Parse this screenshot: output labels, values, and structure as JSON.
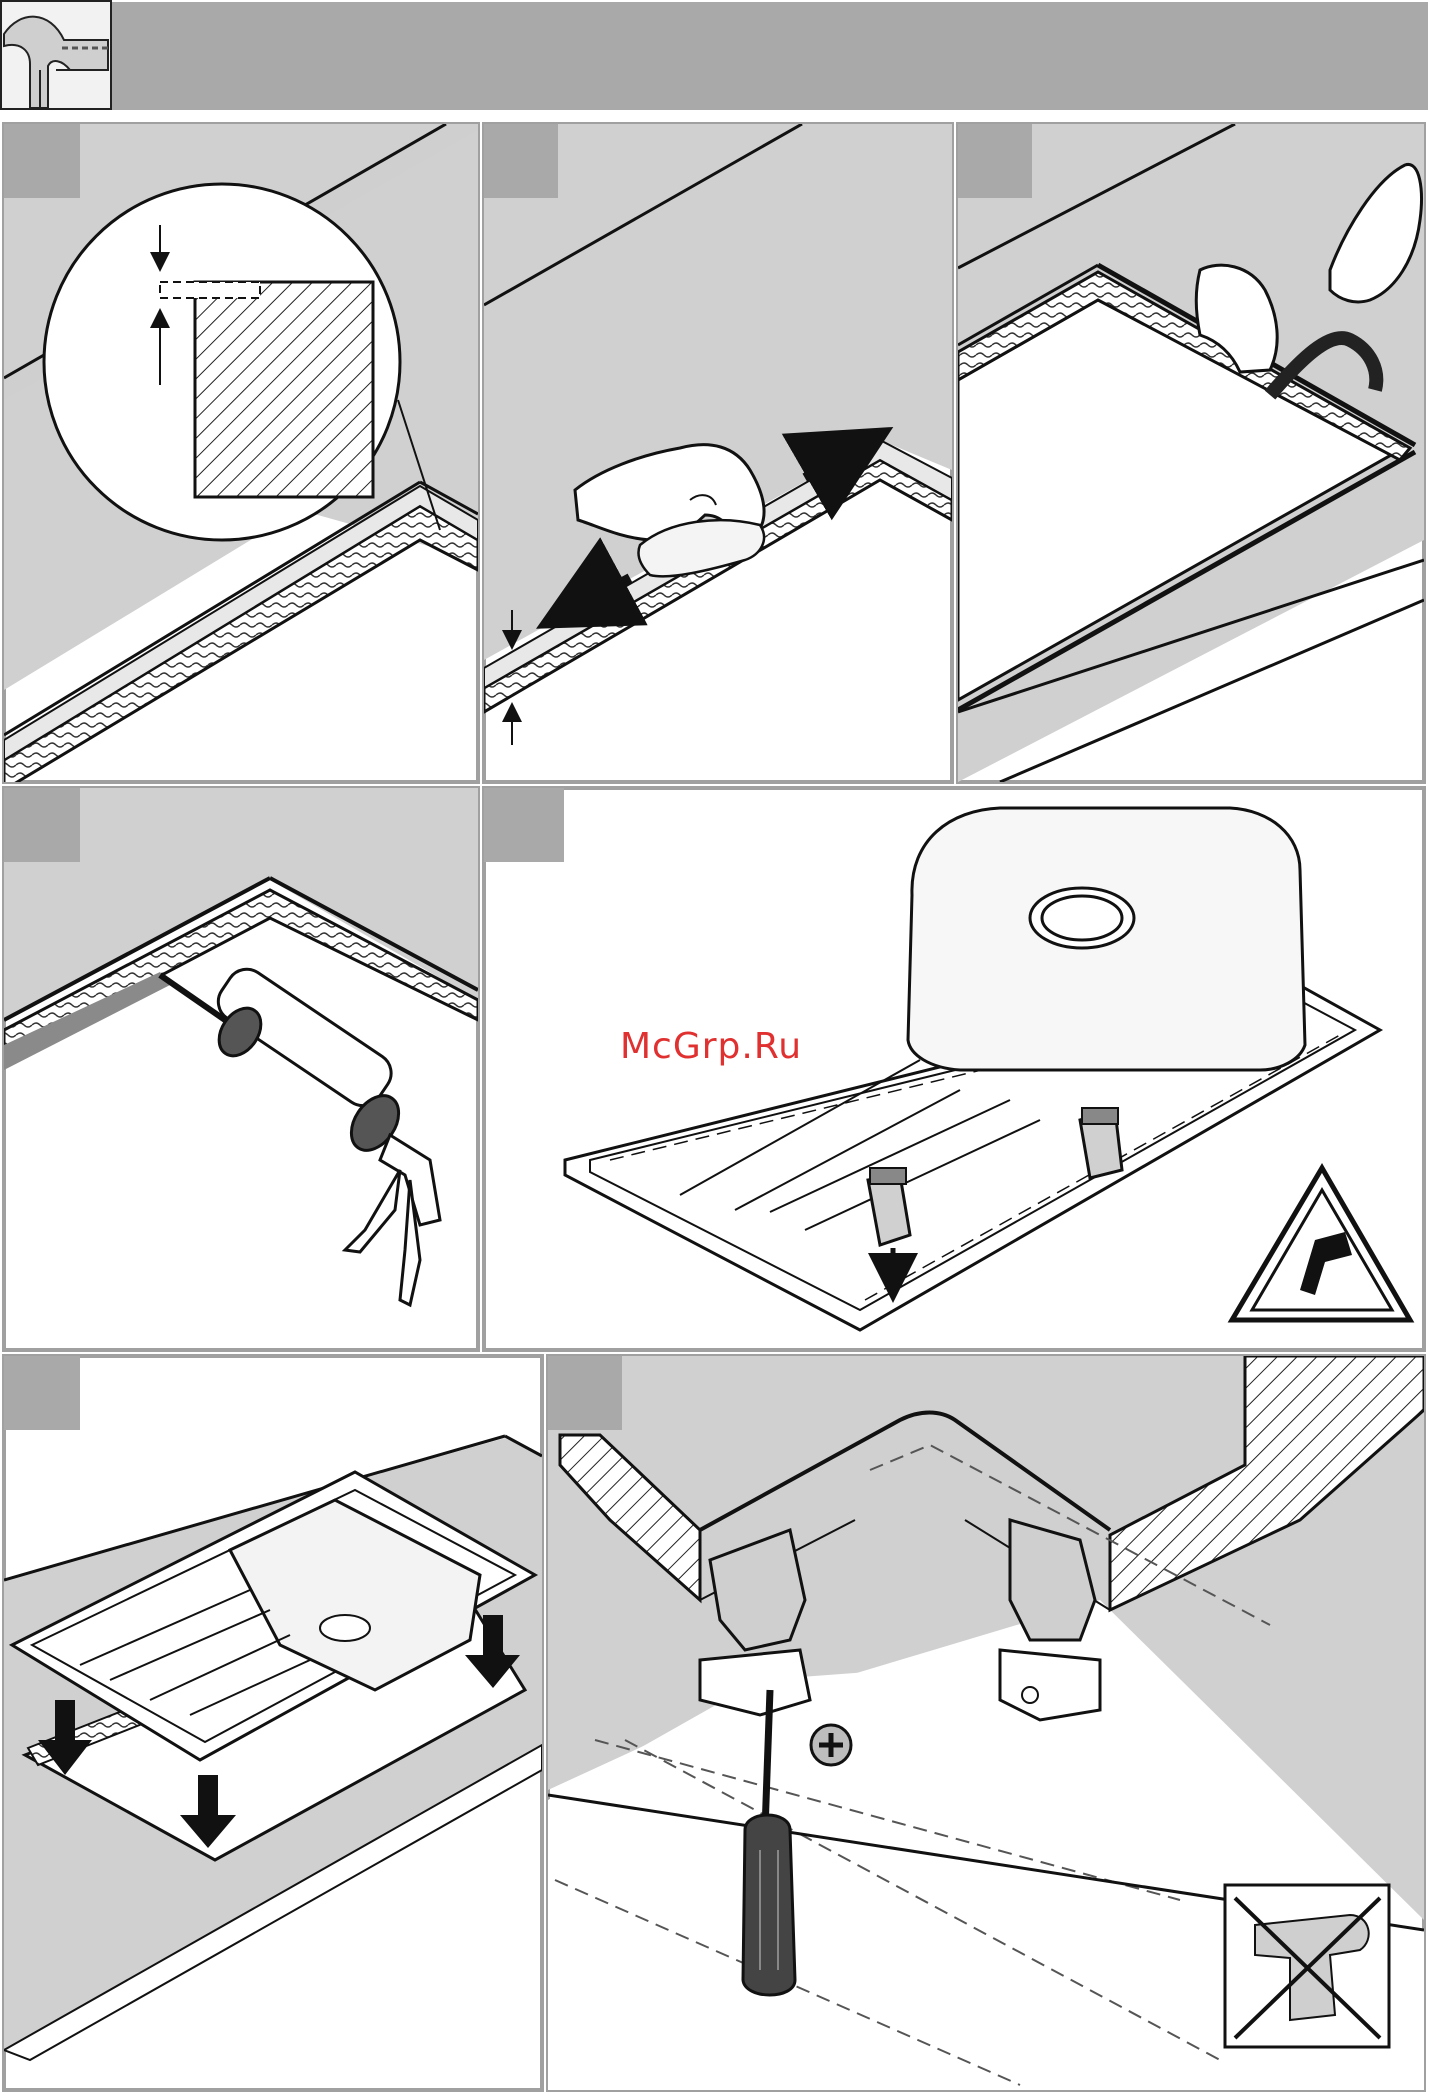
{
  "watermark": {
    "text": "McGrp.Ru"
  },
  "colors": {
    "panel_bg": "#ffffff",
    "tab_gray": "#a9a9a9",
    "surface_gray": "#d0d0d0",
    "line": "#1a1a1a",
    "watermark": "#e03030"
  },
  "steps": [
    {
      "illustration": "edge-profile-detail"
    },
    {
      "illustration": "wipe-cutout-edge"
    },
    {
      "illustration": "apply-seal-tape"
    },
    {
      "illustration": "caulking-gun-sealant"
    },
    {
      "illustration": "attach-clips-to-sink"
    },
    {
      "illustration": "lower-sink-into-cutout"
    },
    {
      "illustration": "tighten-clips-screwdriver"
    }
  ],
  "icons": [
    "edge-profile-icon",
    "magnifier-detail-icon",
    "hand-icon",
    "cloth-icon",
    "seal-tape-icon",
    "caulking-gun-icon",
    "sink-icon",
    "mounting-clip-icon",
    "warning-cut-hazard-icon",
    "down-arrow-icon",
    "screwdriver-icon",
    "plus-sign-icon",
    "no-power-drill-icon"
  ]
}
